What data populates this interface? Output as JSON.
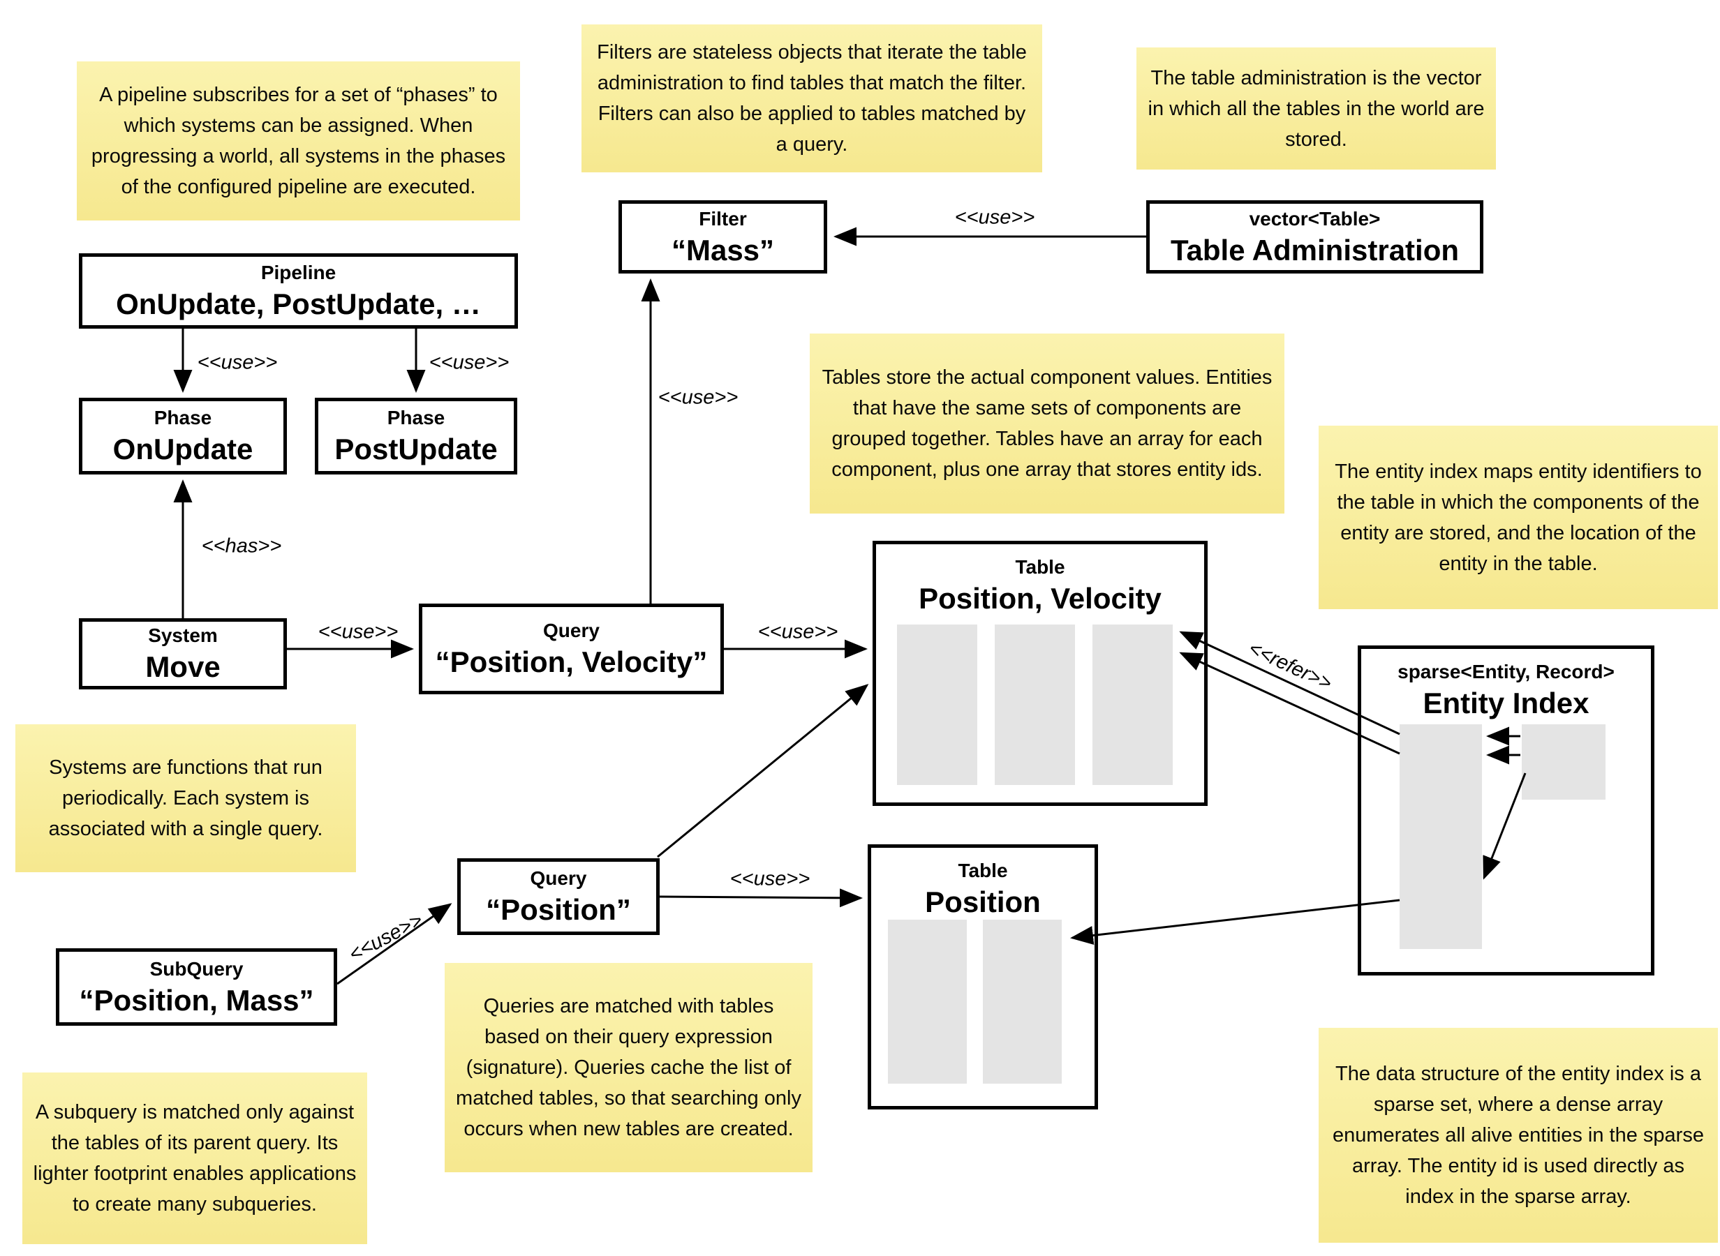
{
  "notes": {
    "pipeline": "A pipeline subscribes for a set of “phases” to which systems can be assigned. When progressing a world, all systems in the phases of the configured pipeline are executed.",
    "filters": "Filters are stateless objects that iterate the table administration to find tables that match the filter. Filters can also be applied to tables matched by a query.",
    "table_admin": "The table administration is the vector in which all the tables in the world are stored.",
    "tables": "Tables store the actual component values. Entities that have the same sets of components are grouped together. Tables have an array for each component, plus one array that stores entity ids.",
    "entity_index": "The entity index maps entity identifiers to the table in which the components of the entity are stored, and the location of the entity in the table.",
    "systems": "Systems are functions that run periodically. Each system is associated with a single query.",
    "queries": "Queries are matched with tables based on their query expression (signature). Queries cache the list of matched tables, so that searching only occurs when new tables are created.",
    "subquery": "A subquery is matched only against the tables of its parent query. Its lighter footprint enables applications to create many subqueries.",
    "sparse": "The data structure of the entity index is a sparse set, where a dense array enumerates all alive entities in the sparse array. The entity id is used directly as index in the sparse array."
  },
  "nodes": {
    "pipeline": {
      "title": "Pipeline",
      "value": "OnUpdate, PostUpdate, …"
    },
    "phase_onupdate": {
      "title": "Phase",
      "value": "OnUpdate"
    },
    "phase_postupdate": {
      "title": "Phase",
      "value": "PostUpdate"
    },
    "system_move": {
      "title": "System",
      "value": "Move"
    },
    "query_pv": {
      "title": "Query",
      "value": "“Position, Velocity”"
    },
    "filter_mass": {
      "title": "Filter",
      "value": "“Mass”"
    },
    "table_admin": {
      "title": "vector<Table>",
      "value": "Table Administration"
    },
    "table_pv": {
      "title": "Table",
      "value": "Position, Velocity"
    },
    "table_pos": {
      "title": "Table",
      "value": "Position"
    },
    "query_pos": {
      "title": "Query",
      "value": "“Position”"
    },
    "subquery": {
      "title": "SubQuery",
      "value": "“Position, Mass”"
    },
    "entity_index": {
      "title": "sparse<Entity, Record>",
      "value": "Entity Index"
    }
  },
  "stereotypes": {
    "use": "<<use>>",
    "has": "<<has>>",
    "refer": "<<refer>>"
  },
  "colors": {
    "note_top": "#fbf3af",
    "note_bottom": "#f6e88f",
    "node_border": "#000000",
    "array_gray": "#e4e4e4",
    "background": "#ffffff"
  }
}
